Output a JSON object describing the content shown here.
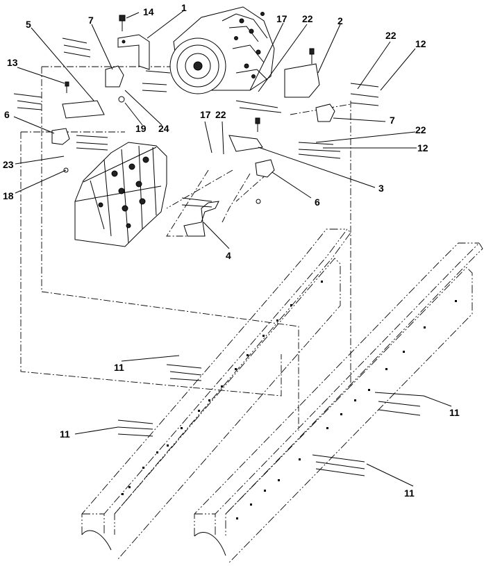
{
  "callouts": {
    "c1": "1",
    "c2": "2",
    "c3": "3",
    "c4": "4",
    "c5": "5",
    "c6a": "6",
    "c6b": "6",
    "c7a": "7",
    "c7b": "7",
    "c11a": "11",
    "c11b": "11",
    "c11c": "11",
    "c11d": "11",
    "c12a": "12",
    "c12b": "12",
    "c13": "13",
    "c14": "14",
    "c17a": "17",
    "c17b": "17",
    "c18": "18",
    "c19": "19",
    "c22a": "22",
    "c22b": "22",
    "c22c": "22",
    "c22d": "22",
    "c23": "23",
    "c24": "24"
  }
}
